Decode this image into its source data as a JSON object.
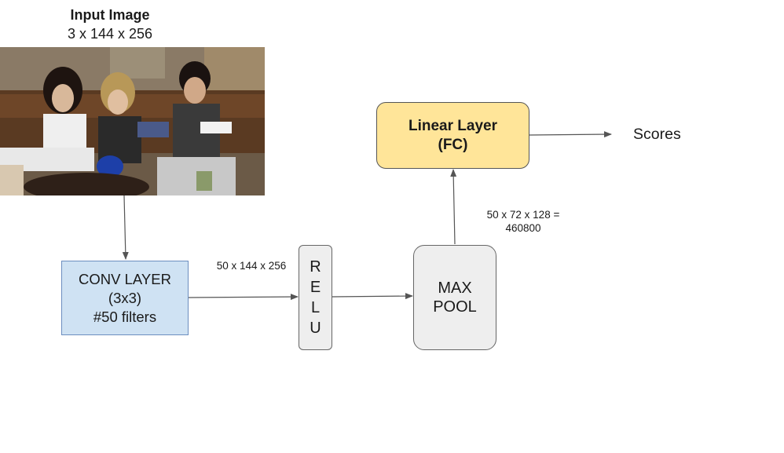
{
  "input": {
    "title": "Input Image",
    "dims": "3 x 144 x 256"
  },
  "conv": {
    "line1": "CONV LAYER",
    "line2": "(3x3)",
    "line3": "#50 filters"
  },
  "conv_out_label": "50 x 144 x 256",
  "relu": {
    "letters": [
      "R",
      "E",
      "L",
      "U"
    ]
  },
  "pool": {
    "line1": "MAX",
    "line2": "POOL"
  },
  "pool_out_label": {
    "line1": "50 x 72 x 128 =",
    "line2": "460800"
  },
  "fc": {
    "line1": "Linear Layer",
    "line2": "(FC)"
  },
  "output_label": "Scores",
  "colors": {
    "conv_fill": "#cfe2f3",
    "conv_stroke": "#6c8ebf",
    "gray_fill": "#eeeeee",
    "fc_fill": "#ffe599",
    "arrow": "#555555"
  }
}
